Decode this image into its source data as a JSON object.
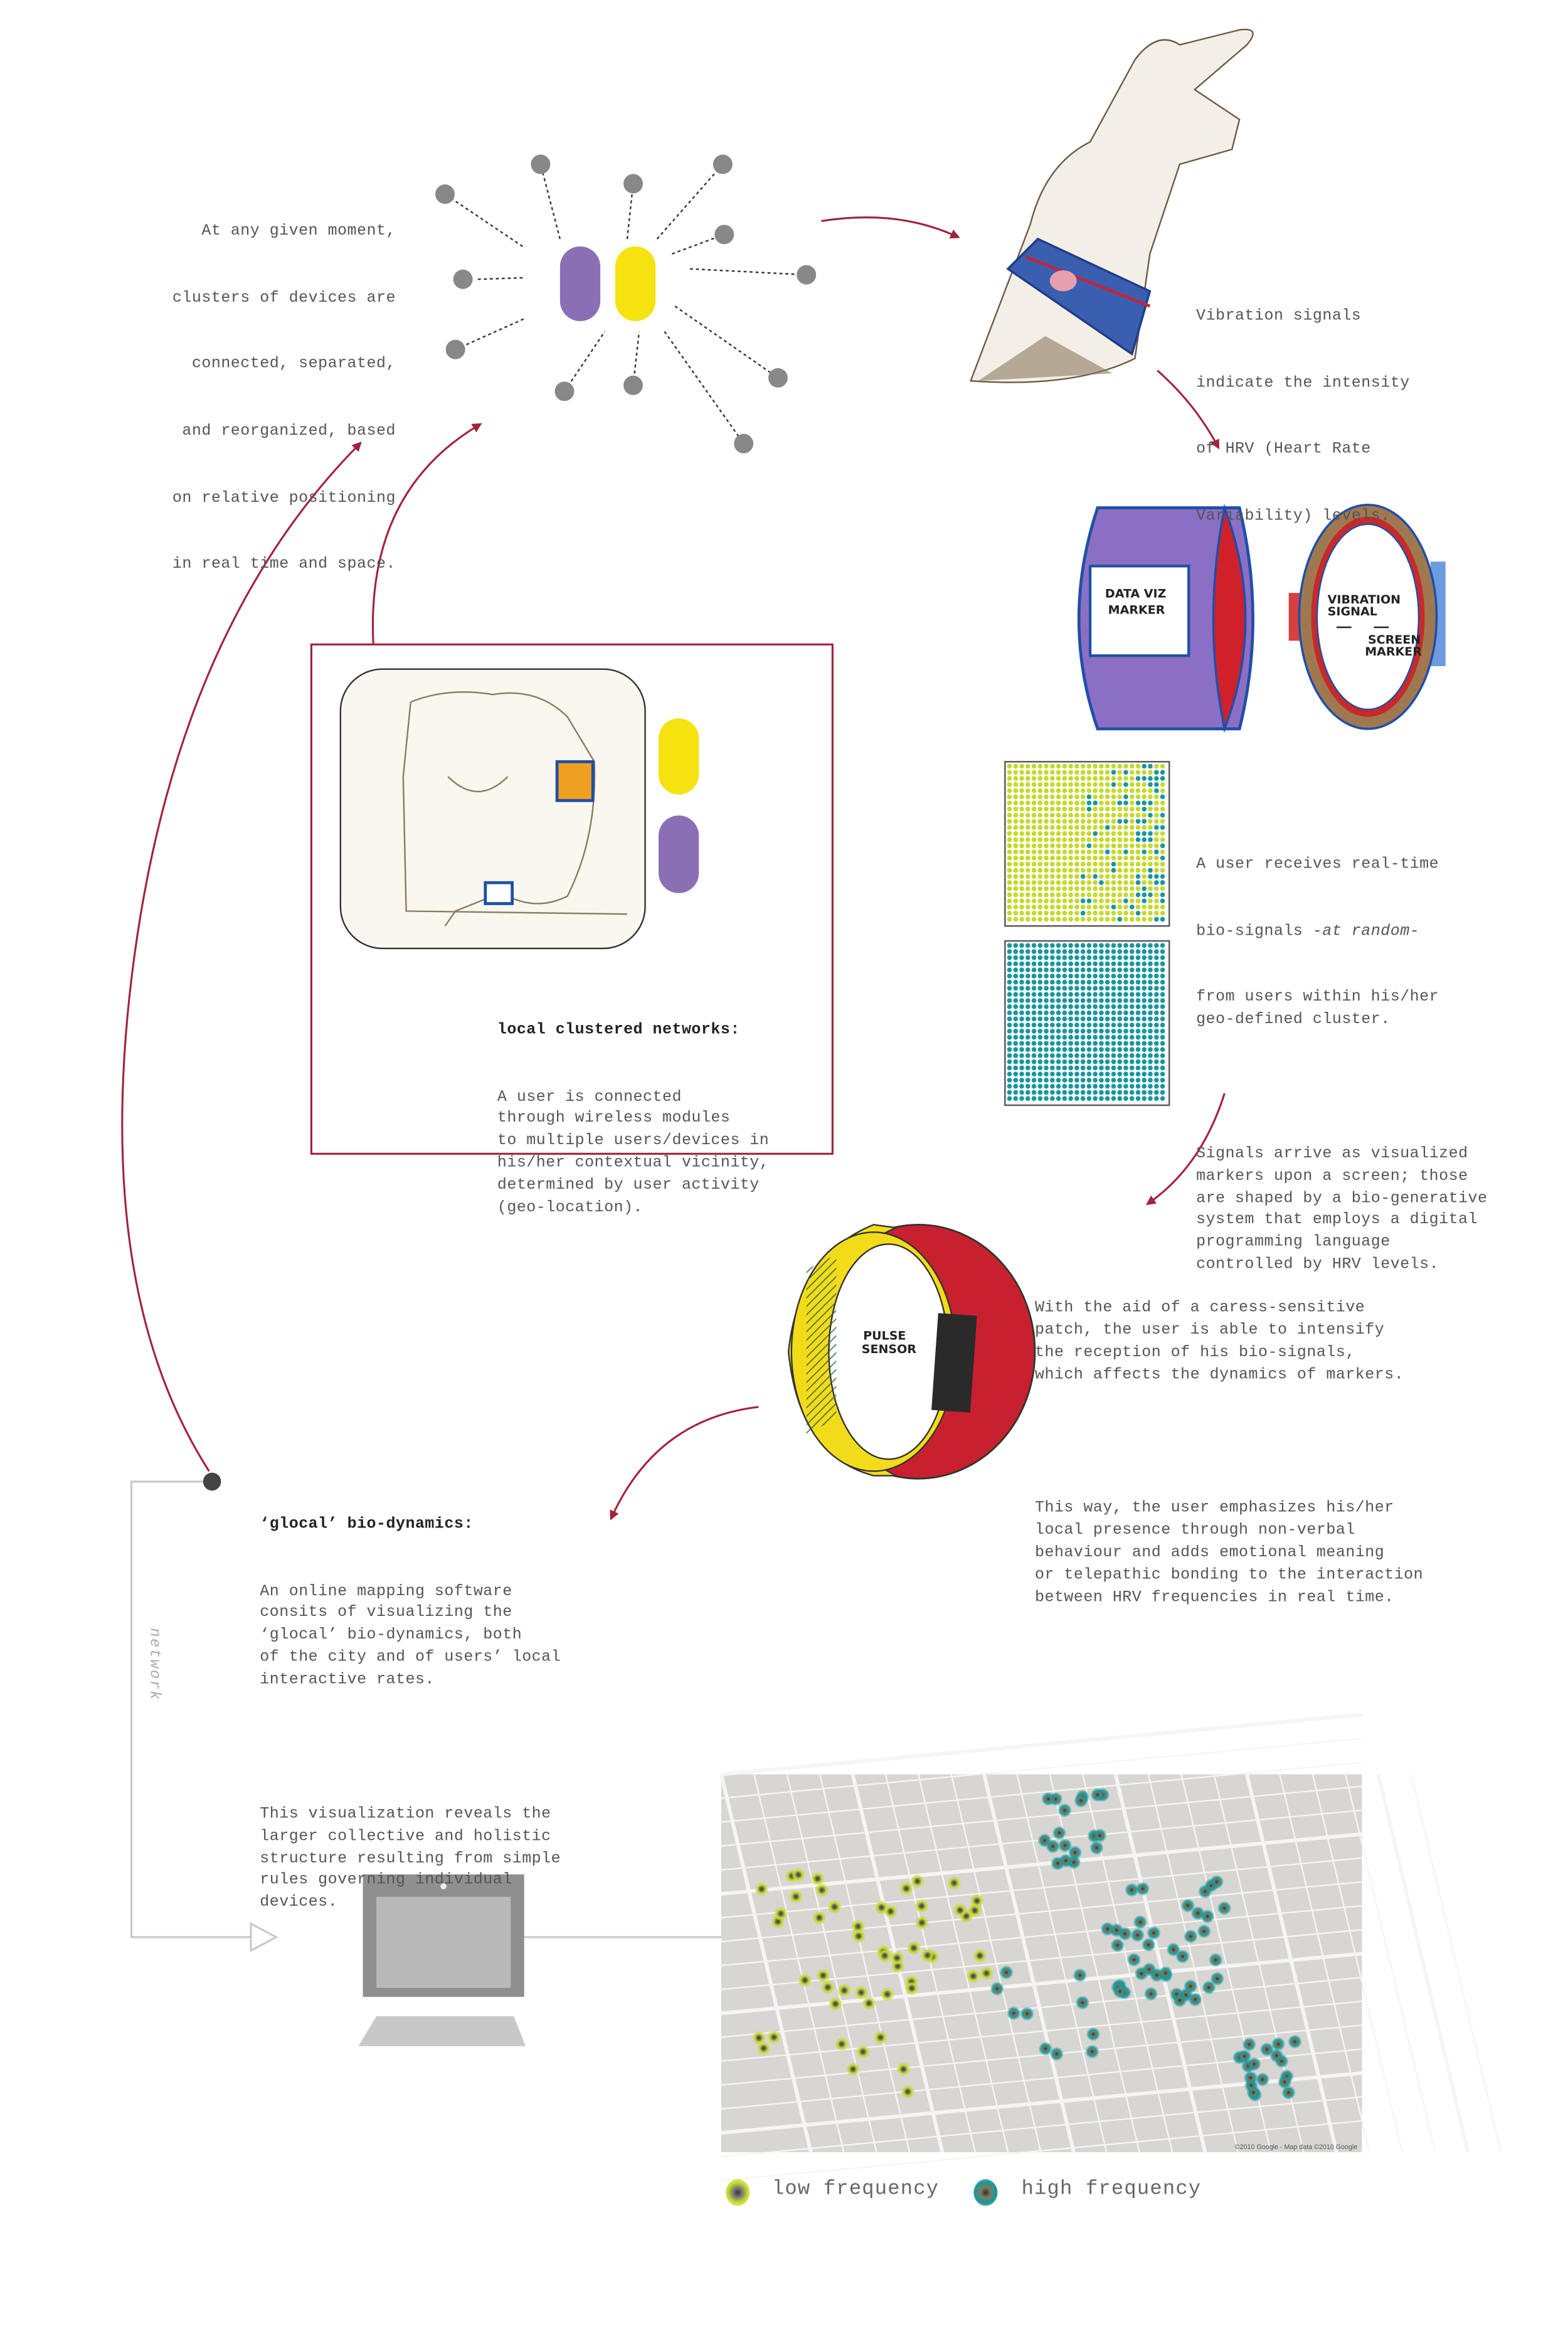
{
  "network_text": [
    "At any given moment,",
    "clusters of devices are",
    "connected, separated,",
    "and reorganized, based",
    "on relative positioning",
    "in real time and space."
  ],
  "vibration_text": [
    "Vibration signals",
    "indicate the intensity",
    "of HRV (Heart Rate",
    "Variability) levels."
  ],
  "device_labels": {
    "data_viz": [
      "DATA VIZ",
      "MARKER"
    ],
    "vibration": [
      "VIBRATION",
      "SIGNAL"
    ],
    "screen_marker": [
      "SCREEN",
      "MARKER"
    ],
    "pulse_sensor": [
      "PULSE",
      "SENSOR"
    ]
  },
  "signals_text": {
    "p1_line1": "A user receives real-time",
    "p1_line2_pre": "bio-signals ",
    "p1_line2_em": "-at random-",
    "p1_rest": "from users within his/her\ngeo-defined cluster.",
    "p2": "Signals arrive as visualized\nmarkers upon a screen; those\nare shaped by a bio-generative\nsystem that employs a digital\nprogramming language\ncontrolled by HRV levels."
  },
  "caress_text": {
    "p1": "With the aid of a caress-sensitive\npatch, the user is able to intensify\nthe reception of his bio-signals,\nwhich affects the dynamics of markers.",
    "p2": "This way, the user emphasizes his/her\nlocal presence through non-verbal\nbehaviour and adds emotional meaning\nor telepathic bonding to the interaction\nbetween HRV frequencies in real time."
  },
  "local_networks": {
    "title": "local clustered networks:",
    "body": "A user is connected\nthrough wireless modules\nto multiple users/devices in\nhis/her contextual vicinity,\ndetermined by user activity\n(geo-location)."
  },
  "glocal": {
    "title": "‘glocal’ bio-dynamics:",
    "p1": "An online mapping software\nconsits of visualizing the\n‘glocal’ bio-dynamics, both\nof the city and of users’ local\ninteractive rates.",
    "p2": "This visualization reveals the\nlarger collective and holistic\nstructure resulting from simple\nrules governing individual\ndevices."
  },
  "network_label": "network",
  "map": {
    "attribution": "©2010 Google - Map data ©2010 Google"
  },
  "legend": [
    {
      "label": "low frequency",
      "color": "#c5d92c"
    },
    {
      "label": "high frequency",
      "color": "#16979c"
    }
  ],
  "colors": {
    "arrow": "#a3223a",
    "purple": "#8a6fb5",
    "yellow": "#f5e20f",
    "node": "#888888"
  }
}
